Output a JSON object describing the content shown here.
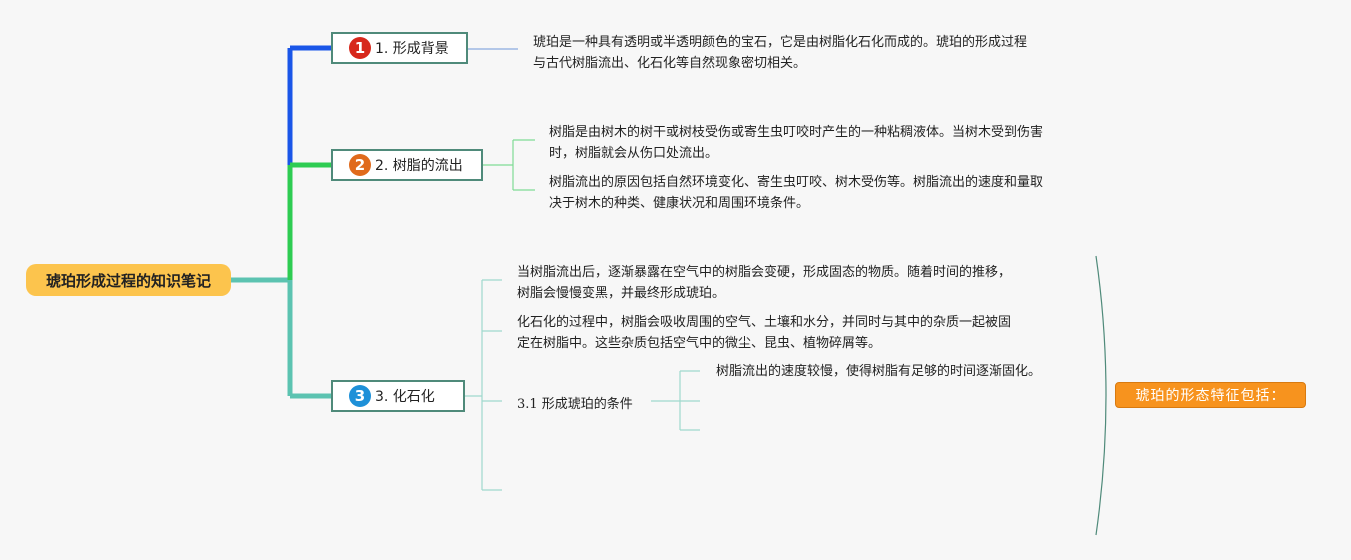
{
  "central": {
    "label": "琥珀形成过程的知识笔记"
  },
  "colors": {
    "central_bg": "#fcc44d",
    "branch1": "#1a56e8",
    "branch2": "#2ecc52",
    "branch3": "#5cc3b1",
    "badge1": "#d7281c",
    "badge2": "#e06a1c",
    "badge3": "#1e90d8",
    "summary_bg": "#f7931e"
  },
  "branches": [
    {
      "badge": "1",
      "label": "1. 形成背景",
      "notes": [
        "琥珀是一种具有透明或半透明颜色的宝石，它是由树脂化石化而成的。琥珀的形成过程与古代树脂流出、化石化等自然现象密切相关。"
      ]
    },
    {
      "badge": "2",
      "label": "2. 树脂的流出",
      "notes": [
        "树脂是由树木的树干或树枝受伤或寄生虫叮咬时产生的一种粘稠液体。当树木受到伤害时，树脂就会从伤口处流出。",
        "树脂流出的原因包括自然环境变化、寄生虫叮咬、树木受伤等。树脂流出的速度和量取决于树木的种类、健康状况和周围环境条件。"
      ]
    },
    {
      "badge": "3",
      "label": "3. 化石化",
      "notes": [
        "当树脂流出后，逐渐暴露在空气中的树脂会变硬，形成固态的物质。随着时间的推移，树脂会慢慢变黑，并最终形成琥珀。",
        "化石化的过程中，树脂会吸收周围的空气、土壤和水分，并同时与其中的杂质一起被固定在树脂中。这些杂质包括空气中的微尘、昆虫、植物碎屑等。"
      ],
      "subtopic": {
        "label": "3.1 形成琥珀的条件",
        "items": [
          "树脂流出的速度较慢，使得树脂有足够的时间逐渐固化。"
        ]
      }
    }
  ],
  "summary": {
    "label": "琥珀的形态特征包括："
  }
}
